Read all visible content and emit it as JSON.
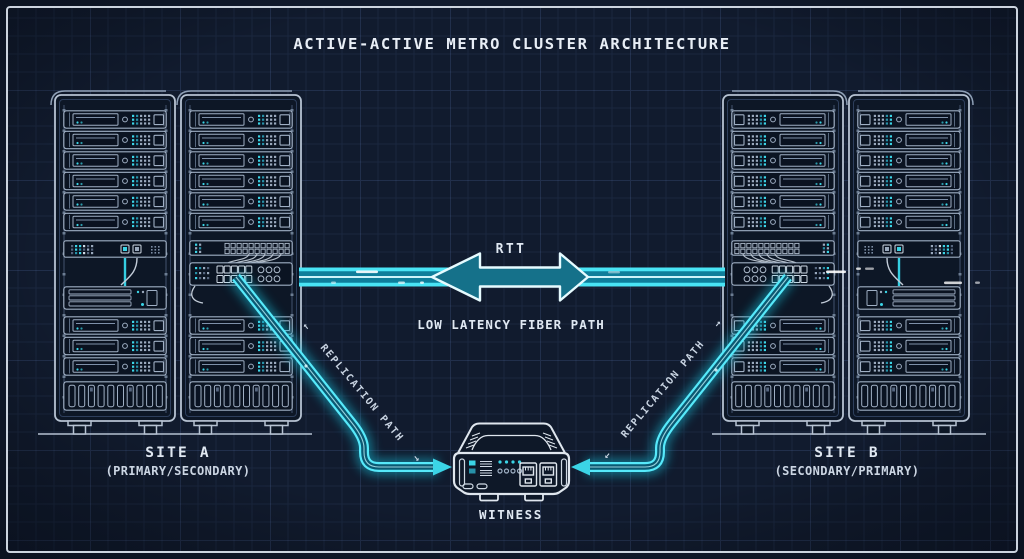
{
  "title": "ACTIVE-ACTIVE METRO CLUSTER ARCHITECTURE",
  "interconnect": {
    "rtt_label": "RTT",
    "fiber_label": "LOW LATENCY FIBER PATH"
  },
  "replication": {
    "left_label": "REPLICATION PATH",
    "right_label": "REPLICATION PATH"
  },
  "sites": {
    "a": {
      "name": "SITE A",
      "role": "(PRIMARY/SECONDARY)"
    },
    "b": {
      "name": "SITE B",
      "role": "(SECONDARY/PRIMARY)"
    }
  },
  "witness": {
    "label": "WITNESS"
  },
  "icons": {
    "arrow_left": "←",
    "arrow_right": "→"
  },
  "colors": {
    "background": "#111b2e",
    "frame": "#ccd4df",
    "grid_line": "#2a3c5e",
    "rack_outline": "#b6c2d2",
    "accent_cyan": "#49e4f5",
    "fiber_core": "#0e7e9b",
    "text": "#e0e8f2"
  }
}
